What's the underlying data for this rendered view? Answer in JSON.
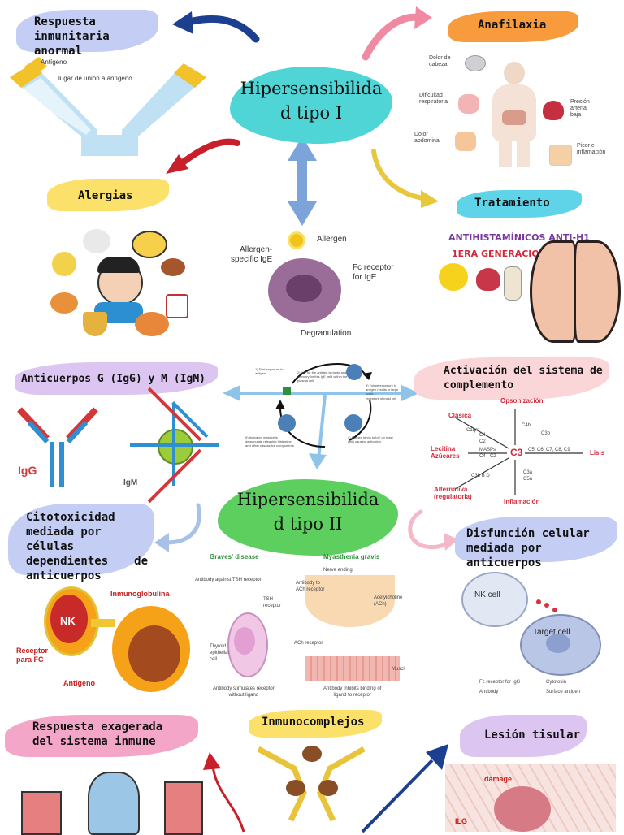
{
  "center_top": {
    "line1": "Hipersensibilida",
    "line2": "d tipo I"
  },
  "center_mid": {
    "line1": "Hipersensibilida",
    "line2": "d tipo II"
  },
  "nodes": {
    "respuesta_inmunitaria": {
      "line1": "Respuesta",
      "line2": "inmunitaria anormal"
    },
    "anafilaxia": "Anafilaxia",
    "alergias": "Alergias",
    "tratamiento": "Tratamiento",
    "anticuerpos": "Anticuerpos G (IgG) y M (IgM)",
    "complemento": {
      "line1": "Activación del sistema de",
      "line2": "complemento"
    },
    "citotoxicidad": {
      "line1": "Citotoxicidad",
      "line2": "mediada por células",
      "line3a": "dependientes",
      "line3b": "de",
      "line4": "anticuerpos"
    },
    "disfuncion": {
      "line1": "Disfunción celular",
      "line2": "mediada por anticuerpos"
    },
    "respuesta_exagerada": {
      "line1": "Respuesta exagerada",
      "line2": "del sistema inmune"
    },
    "inmunocomplejos": "Inmunocomplejos",
    "lesion": "Lesión tisular"
  },
  "antibody_labels": {
    "antigeno": "Antígeno",
    "union": "lugar de unión a antígeno"
  },
  "anafilaxia_labels": {
    "dolor_cabeza": [
      "Dolor de",
      "cabeza"
    ],
    "dificultad": [
      "Dificultad",
      "respiratoria"
    ],
    "dolor_abdominal": [
      "Dolor",
      "abdominal"
    ],
    "presion": [
      "Presión",
      "arterial",
      "baja"
    ],
    "picor": [
      "Picor e",
      "inflamación"
    ]
  },
  "mast_cell": {
    "allergen": "Allergen",
    "specific_ige": [
      "Allergen-",
      "specific IgE"
    ],
    "fc_receptor": [
      "Fc receptor",
      "for IgE"
    ],
    "degranulation": "Degranulation"
  },
  "tratamiento_panel": {
    "line1": "ANTIHISTAMÍNICOS ANTI-H1",
    "line2": "1ERA GENERACIÓN"
  },
  "cycle_labels": {
    "step1": "1) First exposure to antigen",
    "step2": "2) IgE for the antigen is made and memory for this IgE held within the plasma cell",
    "step3": "3) Future exposure to antigen results in large scale...",
    "step4": "4) Antigen binds to IgE on mast cells causing activation",
    "step5": "5) Activated mast cells degranulate releasing histamine and other vasoactive components",
    "receptors": "receptors of mast cell"
  },
  "ig_labels": {
    "igg": "IgG",
    "igm": "IgM"
  },
  "complement_labels": {
    "opsonizacion": "Opsonización",
    "clasica": "Clásica",
    "c1qrs": "C1qrs",
    "c4c2": [
      "C4",
      "C2"
    ],
    "c4b": "C4b",
    "c3b_top": "C3b",
    "lectina": [
      "Lecitina",
      "Azúcares"
    ],
    "masps": [
      "MASPs",
      "C4 - C2"
    ],
    "c3": "C3",
    "cascade": "C5, C6, C7, C8, C9",
    "lisis": "Lisis",
    "alternativa": [
      "Alternativa",
      "(regulatoria)"
    ],
    "c3b_bd": [
      "C3b",
      "B",
      "D"
    ],
    "c3a": [
      "C3a",
      "C5a"
    ],
    "inflamacion": "Inflamación"
  },
  "nk_labels": {
    "nk": "NK",
    "inmunoglobulina": "Inmunoglobulina",
    "receptor": [
      "Receptor",
      "para FC"
    ],
    "antigeno": "Antígeno"
  },
  "graves_labels": {
    "graves": "Graves' disease",
    "myasthenia": "Myasthenia gravis",
    "ab_tsh": "Antibody against TSH receptor",
    "tsh_receptor": [
      "TSH",
      "receptor"
    ],
    "thyroid": [
      "Thyroid",
      "epithelial",
      "cell"
    ],
    "stimulates": [
      "Antibody stimulates receptor",
      "without ligand"
    ],
    "nerve": "Nerve ending",
    "ab_ach": [
      "Antibody to",
      "ACh receptor"
    ],
    "ach": "Acetylcholine (ACh)",
    "ach_receptor": "ACh receptor",
    "muscle": "Muscl",
    "inhibits": [
      "Antibody inhibits binding of",
      "ligand to receptor"
    ]
  },
  "target_labels": {
    "nk": "NK cell",
    "target": "Target cell",
    "fc": "Fc receptor for IgG",
    "antibody": "Antibody",
    "cytotoxin": "Cytotoxin",
    "surface": "Surface antigen"
  },
  "lesion_labels": {
    "damage": "damage",
    "ilg": "ILG"
  },
  "colors": {
    "blue_brush": "#c4cdf4",
    "yellow_brush": "#fbe06a",
    "orange_brush": "#f79b3c",
    "pink_brush": "#f4a6c8",
    "cyan_brush": "#5fd3e8",
    "purple_brush": "#dcc6f1",
    "teal_cloud": "#4fd5d6",
    "green_cloud": "#5ccf5e",
    "red_arrow": "#c91f2b",
    "navy_arrow": "#1d3f8f"
  }
}
